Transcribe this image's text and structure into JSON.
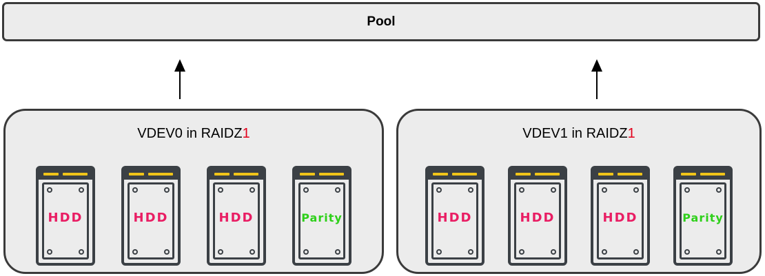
{
  "pool": {
    "label": "Pool"
  },
  "vdevs": [
    {
      "title_prefix": "VDEV0 in RAIDZ",
      "title_level": "1",
      "disks": [
        "HDD",
        "HDD",
        "HDD",
        "Parity"
      ]
    },
    {
      "title_prefix": "VDEV1 in RAIDZ",
      "title_level": "1",
      "disks": [
        "HDD",
        "HDD",
        "HDD",
        "Parity"
      ]
    }
  ],
  "colors": {
    "hdd": "#e91d63",
    "parity": "#2ed01a",
    "raid_level": "#e3001b",
    "slot_stripe": "#f0c419"
  }
}
